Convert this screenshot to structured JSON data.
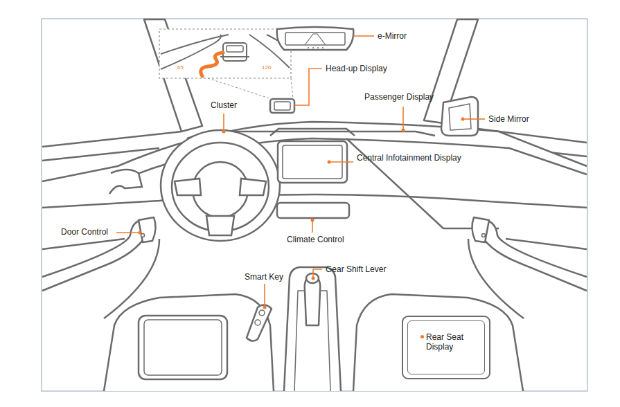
{
  "diagram": {
    "nodes": [
      {
        "text": [
          "Rear Seat Display"
        ]
      }
    ],
    "labels": [
      "e-Mirror",
      "Head-up Display",
      "65",
      "126",
      "Cluster",
      "Passenger Display",
      "Side Mirror",
      "Central Infotainment Display",
      "Door Control",
      "Climate Control",
      "Smart Key",
      "Gear Shift Lever"
    ]
  }
}
